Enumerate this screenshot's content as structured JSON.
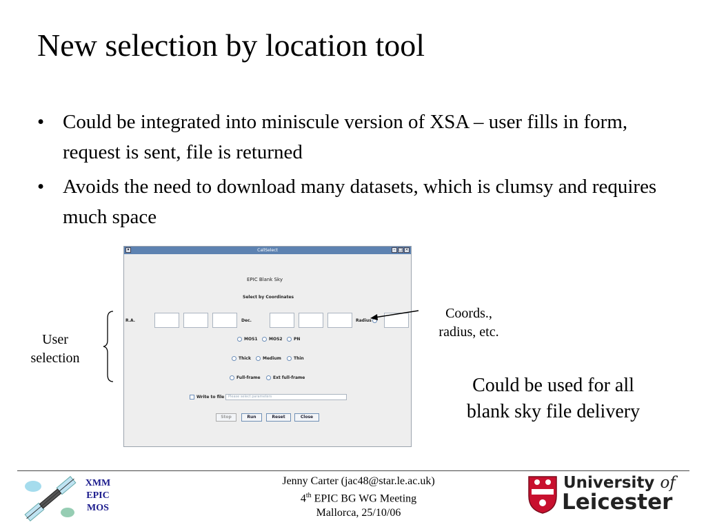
{
  "slide": {
    "title": "New selection by location tool",
    "bullets": [
      "Could be integrated into miniscule version of XSA – user fills in form, request is sent, file is returned",
      "Avoids the need to download many datasets, which is clumsy and requires much space"
    ],
    "bullet_char": "•"
  },
  "window": {
    "title": "CallSelect",
    "heading": "EPIC Blank Sky",
    "subheading": "Select by Coordinates",
    "ra_label": "R.A.",
    "dec_label": "Dec.",
    "radius_label": "Radius",
    "instruments": [
      "MOS1",
      "MOS2",
      "PN"
    ],
    "filters": [
      "Thick",
      "Medium",
      "Thin"
    ],
    "modes": [
      "Full-frame",
      "Ext full-frame"
    ],
    "write_label": "Write to file",
    "write_placeholder": "Please select parameters",
    "buttons": {
      "stop": "Stop",
      "run": "Run",
      "reset": "Reset",
      "close": "Close"
    }
  },
  "annotations": {
    "user_selection_line1": "User",
    "user_selection_line2": "selection",
    "coords_line1": "Coords.,",
    "coords_line2": "radius, etc.",
    "delivery_line1": "Could be used for all",
    "delivery_line2": "blank sky file delivery"
  },
  "footer": {
    "line1": "Jenny Carter (jac48@star.le.ac.uk)",
    "line2_num": "4",
    "line2_sup": "th",
    "line2_rest": " EPIC BG WG Meeting",
    "line3": "Mallorca, 25/10/06",
    "xmm": [
      "XMM",
      "EPIC",
      "MOS"
    ],
    "university": "University",
    "university_of": "of",
    "university_name": "Leicester"
  },
  "colors": {
    "titlebar": "#5d82b1",
    "xmm_text": "#1a1a8c",
    "crest_red": "#c8102e"
  }
}
